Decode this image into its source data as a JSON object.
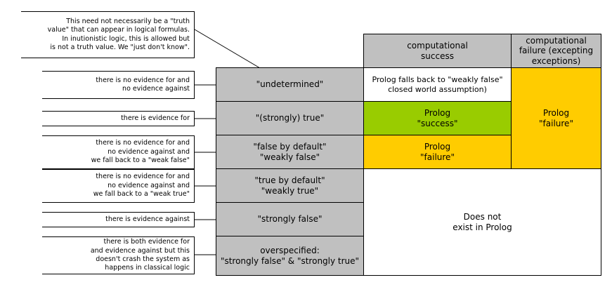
{
  "header": {
    "success": "computational\nsuccess",
    "failure": "computational\nfailure (excepting\nexceptions)"
  },
  "rows": [
    {
      "label": "\"undetermined\"",
      "note": "there is no evidence for and\nno evidence against"
    },
    {
      "label": "\"(strongly) true\"",
      "note": "there is evidence for"
    },
    {
      "label": "\"false by default\"\n\"weakly false\"",
      "note": "there is no evidence for and\nno evidence against and\nwe fall back to a \"weak false\""
    },
    {
      "label": "\"true by default\"\n\"weakly true\"",
      "note": "there is no evidence for and\nno evidence against and\nwe fall back to a \"weak true\""
    },
    {
      "label": "\"strongly false\"",
      "note": "there is evidence against"
    },
    {
      "label": "overspecified:\n\"strongly false\" & \"strongly true\"",
      "note": "there is both evidence for\nand evidence against but this\ndoesn't crash the system as\nhappens in classical logic"
    }
  ],
  "cells": {
    "undetermined_success": "Prolog falls back to \"weakly false\"\nclosed world assumption)",
    "true_success": "Prolog\n\"success\"",
    "weakfalse_success": "Prolog\n\"failure\"",
    "failure_column": "Prolog\n\"failure\"",
    "not_exist": "Does not\nexist in Prolog"
  },
  "top_note": "This need not necessarily be a \"truth\nvalue\" that can appear in logical formulas.\nIn inutionistic logic, this is allowed but\nis not a truth value. We \"just don't know\".",
  "colors": {
    "gray": "#c0c0c0",
    "green": "#99cc00",
    "orange": "#ffcc00"
  }
}
